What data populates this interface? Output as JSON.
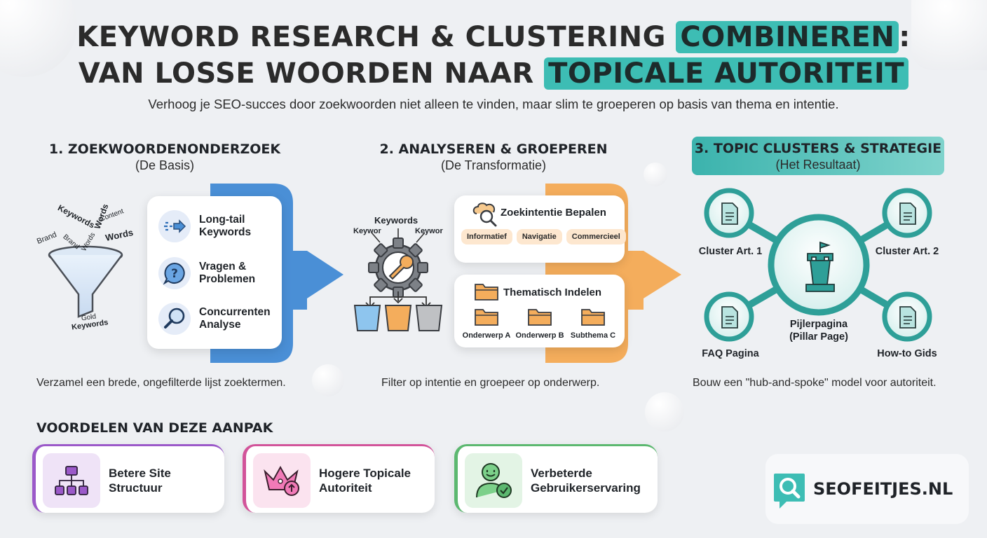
{
  "title": {
    "line1_part1": "KEYWORD RESEARCH & CLUSTERING ",
    "line1_highlight": "COMBINEREN",
    "line1_end": ":",
    "line2_part1": "VAN LOSSE WOORDEN NAAR ",
    "line2_highlight": "TOPICALE AUTORITEIT"
  },
  "subtitle": "Verhoog je SEO-succes door zoekwoorden niet alleen te vinden, maar slim te groeperen op basis van thema en intentie.",
  "step1": {
    "heading": "1. ZOEKWOORDENONDERZOEK",
    "sub": "(De Basis)",
    "funnel_words": [
      "Keywords",
      "Words",
      "Brand",
      "Words",
      "Content",
      "Brand",
      "Words"
    ],
    "funnel_out": [
      "Gold",
      "Keywords"
    ],
    "items": [
      {
        "label": "Long-tail Keywords",
        "icon": "arrow-icon"
      },
      {
        "label": "Vragen & Problemen",
        "icon": "question-icon"
      },
      {
        "label": "Concurrenten Analyse",
        "icon": "magnifier-icon"
      }
    ],
    "caption": "Verzamel een brede, ongefilterde lijst zoektermen."
  },
  "step2": {
    "heading": "2. ANALYSEREN & GROEPEREN",
    "sub": "(De Transformatie)",
    "gear_top": "Keywords",
    "gear_left": "Keywor",
    "gear_right": "Keywor",
    "intent_title": "Zoekintentie Bepalen",
    "intent_pills": [
      "Informatief",
      "Navigatie",
      "Commercieel"
    ],
    "theme_title": "Thematisch Indelen",
    "folders": [
      "Onderwerp A",
      "Onderwerp B",
      "Subthema C"
    ],
    "caption": "Filter op intentie en groepeer op onderwerp.",
    "bucket_colors": [
      "#8ec5ee",
      "#f4ad5c",
      "#bfc1c4"
    ]
  },
  "step3": {
    "heading": "3. TOPIC CLUSTERS & STRATEGIE",
    "sub": "(Het Resultaat)",
    "hub_label": "Pijlerpagina (Pillar Page)",
    "nodes": [
      "Cluster Art. 1",
      "Cluster Art. 2",
      "FAQ Pagina",
      "How-to Gids"
    ],
    "caption": "Bouw een \"hub-and-spoke\" model voor autoriteit."
  },
  "benefits": {
    "heading": "VOORDELEN VAN DEZE AANPAK",
    "items": [
      {
        "label": "Betere Site Structuur",
        "color": "#9b59c9",
        "bg": "#efe3f7",
        "icon": "sitemap-icon"
      },
      {
        "label": "Hogere Topicale Autoriteit",
        "color": "#d2549a",
        "bg": "#fbe3ef",
        "icon": "crown-icon"
      },
      {
        "label": "Verbeterde Gebruikerservaring",
        "color": "#5cb870",
        "bg": "#e3f4e5",
        "icon": "happy-user-icon"
      }
    ]
  },
  "brand": "SEOFEITJES.NL",
  "colors": {
    "teal": "#3dbdb4",
    "blue": "#4a8fd6",
    "orange": "#f4ad5c"
  }
}
